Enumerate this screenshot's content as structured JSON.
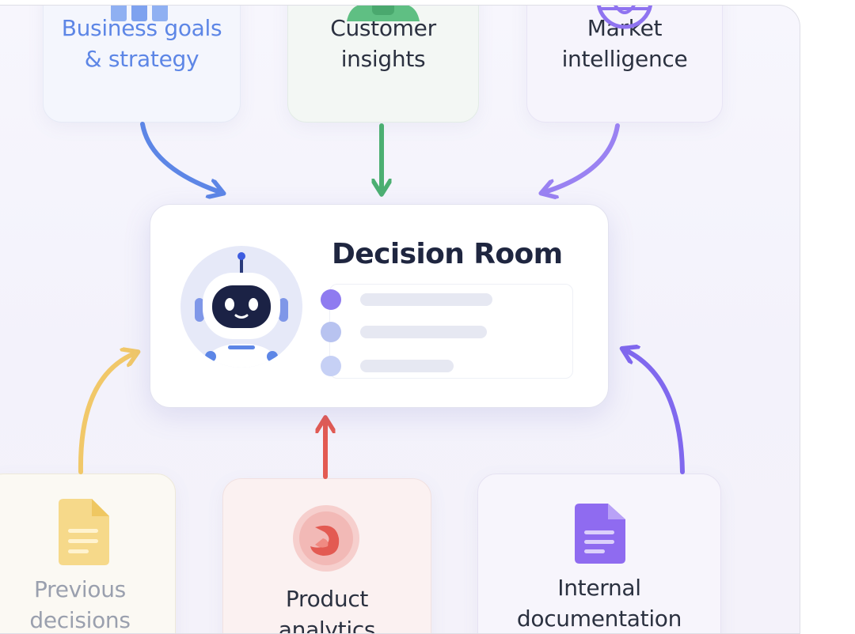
{
  "center": {
    "title": "Decision Room",
    "list_items": [
      {
        "dot_color": "#8f7bf0",
        "bar_fraction": 0.88
      },
      {
        "dot_color": "#b8c3f0",
        "bar_fraction": 0.84
      },
      {
        "dot_color": "#c6d0f5",
        "bar_fraction": 0.62
      }
    ]
  },
  "sources": {
    "business": {
      "line1": "Business goals",
      "line2": "& strategy",
      "icon": "bar-chart-icon",
      "color": "#5d86e6"
    },
    "customer": {
      "line1": "Customer",
      "line2": "insights",
      "icon": "users-icon",
      "color": "#4caf72"
    },
    "market": {
      "line1": "Market",
      "line2": "intelligence",
      "icon": "globe-icon",
      "color": "#8a6ff0"
    },
    "previous": {
      "line1": "Previous",
      "line2": "decisions",
      "icon": "document-icon",
      "color": "#f2cc6a"
    },
    "analytics": {
      "line1": "Product",
      "line2": "analytics",
      "icon": "analytics-icon",
      "color": "#e35a52"
    },
    "docs": {
      "line1": "Internal",
      "line2": "documentation",
      "icon": "document-icon",
      "color": "#8f6bf0"
    }
  }
}
